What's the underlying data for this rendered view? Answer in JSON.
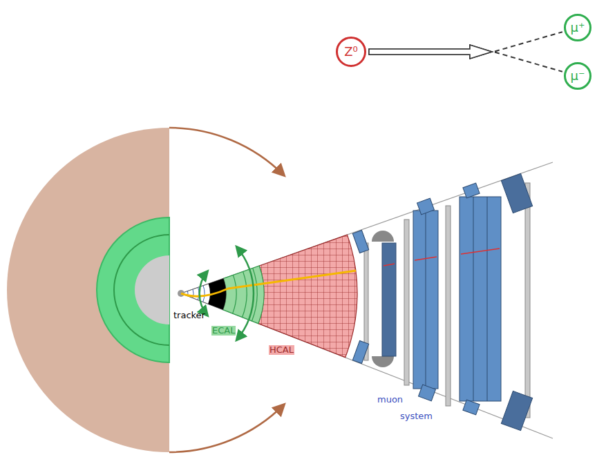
{
  "diagram": {
    "nodes": [
      {
        "text": [
          "Z⁰"
        ]
      },
      {
        "text": [
          "μ⁺"
        ]
      },
      {
        "text": [
          "μ⁻"
        ]
      }
    ],
    "edges": [
      {
        "from": 0,
        "to": 1,
        "arrow": "to"
      },
      {
        "from": 0,
        "to": 2,
        "arrow": "to"
      }
    ],
    "labels": [
      "tracker",
      "ECAL",
      "HCAL",
      "muon",
      "system"
    ]
  }
}
